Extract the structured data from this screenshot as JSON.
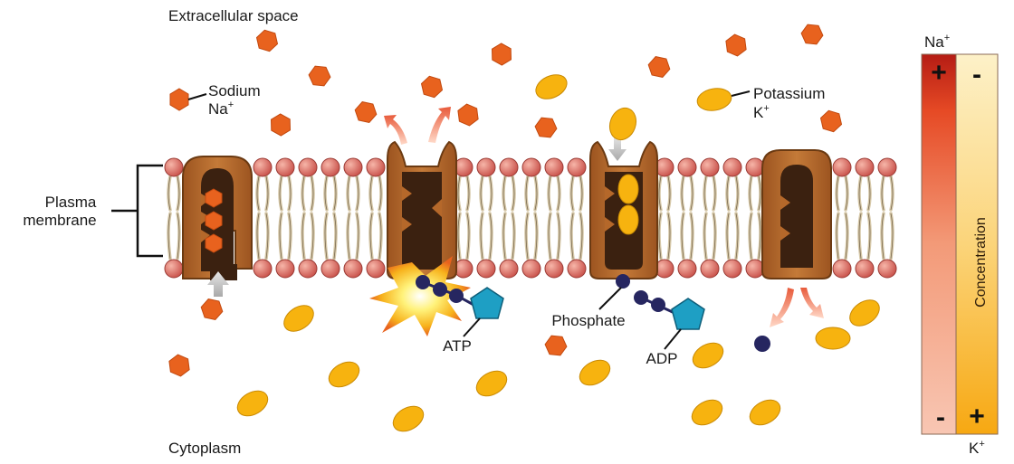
{
  "labels": {
    "extracellular": "Extracellular space",
    "cytoplasm": "Cytoplasm",
    "plasma_membrane_line1": "Plasma",
    "plasma_membrane_line2": "membrane",
    "sodium": "Sodium",
    "sodium_symbol": "Na",
    "potassium": "Potassium",
    "potassium_symbol": "K",
    "charge": "+",
    "atp": "ATP",
    "adp": "ADP",
    "phosphate": "Phosphate"
  },
  "concentration_bar": {
    "title": "Concentration",
    "na_label": "Na",
    "k_label": "K",
    "charge": "+",
    "plus": "+",
    "minus": "-"
  },
  "colors": {
    "sodium": "#e8621e",
    "potassium": "#f7b30f",
    "protein": "#b5682a",
    "protein_dark": "#3b2110",
    "lipid_head": "#e0776a",
    "phosphate": "#262660",
    "atp_pentagon": "#1e9fc4",
    "na_gradient_top": "#b51c14",
    "k_gradient_bottom": "#f7a812"
  },
  "icons": {
    "sodium_ion": "orange-hexagon",
    "potassium_ion": "yellow-ellipse",
    "phosphate": "navy-circle",
    "atp": "blue-pentagon",
    "energy": "starburst"
  }
}
